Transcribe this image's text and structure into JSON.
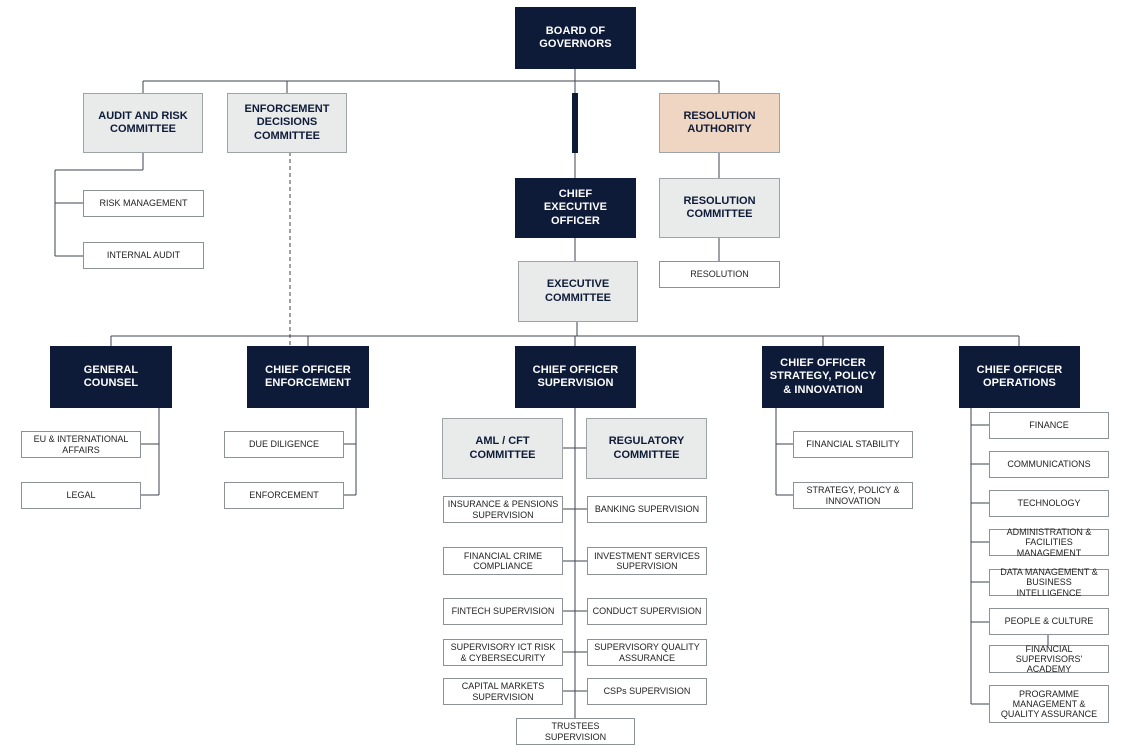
{
  "board": "BOARD OF GOVERNORS",
  "audit_risk": "AUDIT AND RISK COMMITTEE",
  "enforcement_decisions": "ENFORCEMENT DECISIONS COMMITTEE",
  "resolution_authority": "RESOLUTION AUTHORITY",
  "resolution_committee": "RESOLUTION COMMITTEE",
  "resolution": "RESOLUTION",
  "risk_management": "RISK MANAGEMENT",
  "internal_audit": "INTERNAL AUDIT",
  "ceo": "CHIEF EXECUTIVE OFFICER",
  "exec_committee": "EXECUTIVE COMMITTEE",
  "general_counsel": {
    "title": "GENERAL COUNSEL",
    "units": [
      "EU & INTERNATIONAL AFFAIRS",
      "LEGAL"
    ]
  },
  "enforcement": {
    "title": "CHIEF OFFICER ENFORCEMENT",
    "units": [
      "DUE DILIGENCE",
      "ENFORCEMENT"
    ]
  },
  "supervision": {
    "title": "CHIEF OFFICER SUPERVISION",
    "aml": "AML / CFT COMMITTEE",
    "regulatory": "REGULATORY COMMITTEE",
    "left_units": [
      "INSURANCE & PENSIONS SUPERVISION",
      "FINANCIAL CRIME COMPLIANCE",
      "FINTECH SUPERVISION",
      "SUPERVISORY ICT RISK & CYBERSECURITY",
      "CAPITAL MARKETS SUPERVISION"
    ],
    "right_units": [
      "BANKING SUPERVISION",
      "INVESTMENT SERVICES SUPERVISION",
      "CONDUCT SUPERVISION",
      "SUPERVISORY QUALITY ASSURANCE",
      "CSPs SUPERVISION"
    ],
    "bottom_unit": "TRUSTEES SUPERVISION"
  },
  "strategy": {
    "title": "CHIEF OFFICER STRATEGY, POLICY & INNOVATION",
    "units": [
      "FINANCIAL STABILITY",
      "STRATEGY, POLICY & INNOVATION"
    ]
  },
  "operations": {
    "title": "CHIEF OFFICER OPERATIONS",
    "units": [
      "FINANCE",
      "COMMUNICATIONS",
      "TECHNOLOGY",
      "ADMINISTRATION & FACILITIES MANAGEMENT",
      "DATA MANAGEMENT & BUSINESS INTELLIGENCE",
      "PEOPLE & CULTURE",
      "FINANCIAL SUPERVISORS' ACADEMY",
      "PROGRAMME MANAGEMENT & QUALITY ASSURANCE"
    ]
  },
  "colors": {
    "navy": "#0e1b38",
    "grey_box": "#e9ebeb",
    "peach_box": "#eed6c3",
    "line": "#3d4352"
  }
}
